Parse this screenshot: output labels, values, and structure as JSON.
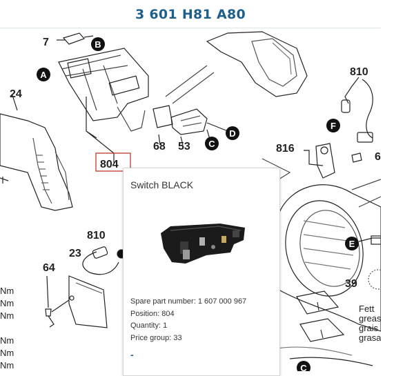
{
  "header": {
    "title": "3 601 H81 A80"
  },
  "diagram": {
    "labels": {
      "l7": "7",
      "l24": "24",
      "l68": "68",
      "l53": "53",
      "l804": "804",
      "l810a": "810",
      "l816": "816",
      "l6": "6",
      "l810b": "810",
      "l23": "23",
      "l64": "64",
      "l39": "39"
    },
    "markers": {
      "mB": "B",
      "mA": "A",
      "mD": "D",
      "mC1": "C",
      "mF": "F",
      "mE": "E",
      "mC2": "C"
    },
    "torque_units": [
      "Nm",
      "Nm",
      "Nm",
      "Nm",
      "Nm",
      "Nm"
    ],
    "grease_notes": [
      "Fett",
      "greas",
      "grais",
      "grasa"
    ]
  },
  "popup": {
    "title": "Switch BLACK",
    "spare_part_label": "Spare part number: 1 607 000 967",
    "position_label": "Position: 804",
    "quantity_label": "Quantity: 1",
    "price_group_label": "Price group: 33",
    "link_symbol": "-"
  },
  "colors": {
    "title": "#1f5f8b",
    "highlight": "#c0392b",
    "marker": "#111111"
  }
}
